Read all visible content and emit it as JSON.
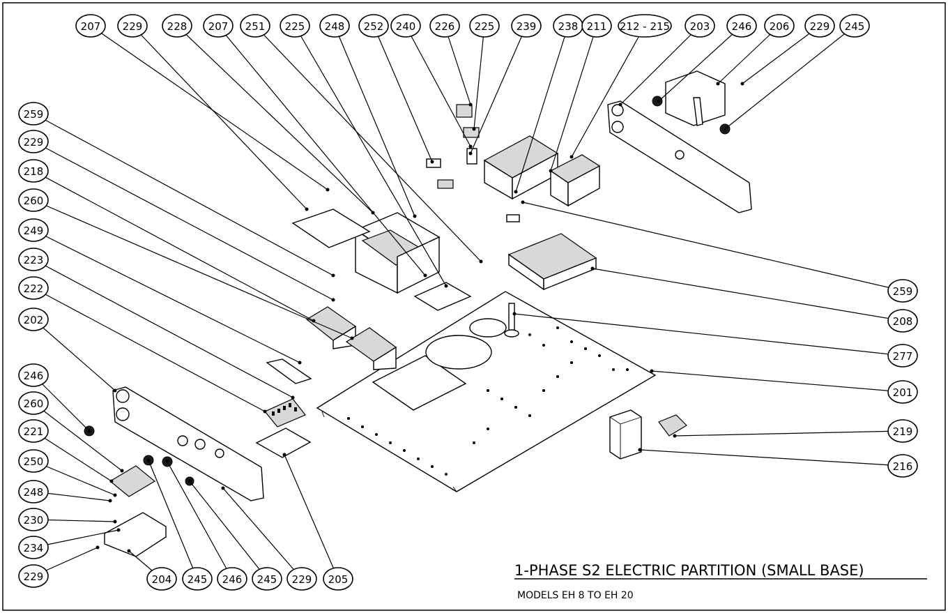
{
  "title": "1-PHASE S2 ELECTRIC PARTITION (SMALL BASE)",
  "subtitle": "MODELS EH 8 TO EH 20",
  "top_labels": [
    "207",
    "229",
    "228",
    "207",
    "251",
    "225",
    "248",
    "252",
    "240",
    "226",
    "225",
    "239",
    "238",
    "211",
    "212 - 215",
    "203",
    "246",
    "206",
    "229",
    "245"
  ],
  "left_labels": [
    "259",
    "229",
    "218",
    "260",
    "249",
    "223",
    "222",
    "202",
    "246",
    "260",
    "221",
    "250",
    "248",
    "230",
    "234",
    "229"
  ],
  "bottom_labels": [
    "204",
    "245",
    "246",
    "245",
    "229",
    "205"
  ],
  "right_labels": [
    "259",
    "208",
    "277",
    "201",
    "219",
    "216"
  ]
}
